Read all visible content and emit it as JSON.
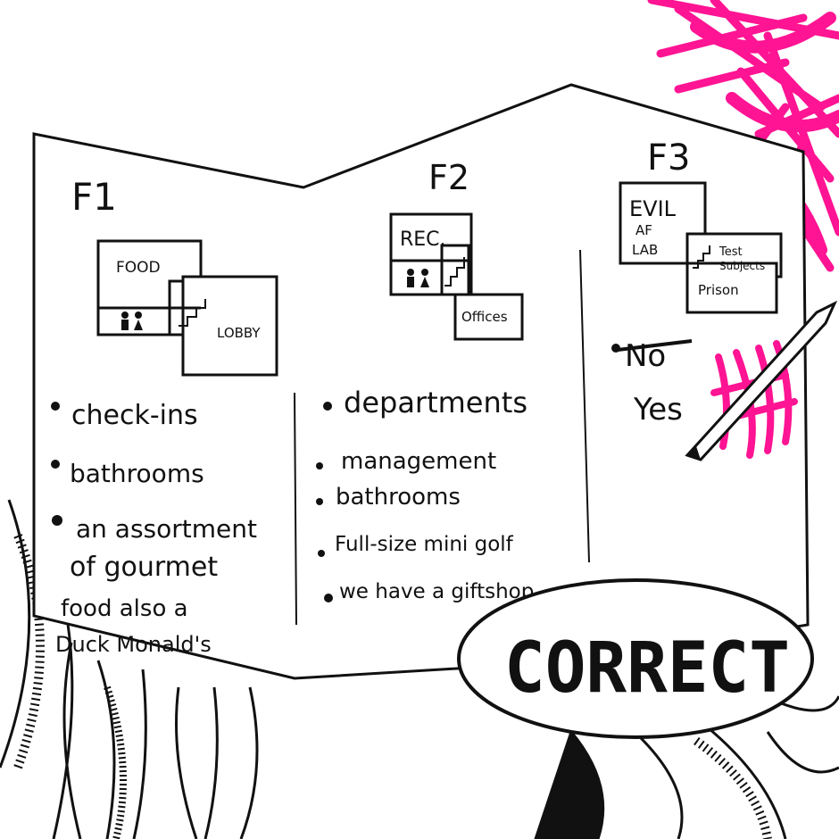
{
  "colors": {
    "ink": "#111111",
    "paper": "#ffffff",
    "accent": "#ff1493"
  },
  "brochure": {
    "columns": [
      {
        "heading": "F1",
        "rooms": [
          "FOOD",
          "LOBBY"
        ],
        "bullets": [
          "check-ins",
          "bathrooms",
          "an assortment",
          "of gourmet",
          "food also a",
          "Duck Monald's"
        ]
      },
      {
        "heading": "F2",
        "rooms": [
          "REC.",
          "Offices"
        ],
        "bullets": [
          "departments",
          "management",
          "bathrooms",
          "Full-size mini golf",
          "we have a giftshop"
        ]
      },
      {
        "heading": "F3",
        "rooms": [
          "EVIL",
          "AF",
          "LAB",
          "Test",
          "Subjects",
          "Prison"
        ],
        "answer_crossed": "No",
        "answer": "Yes"
      }
    ]
  },
  "speech_bubble": {
    "text": "CORRECT"
  },
  "icons": [
    "restroom-icon",
    "stairs-icon",
    "pencil-icon",
    "scribble-icon",
    "tentacle-icon"
  ]
}
